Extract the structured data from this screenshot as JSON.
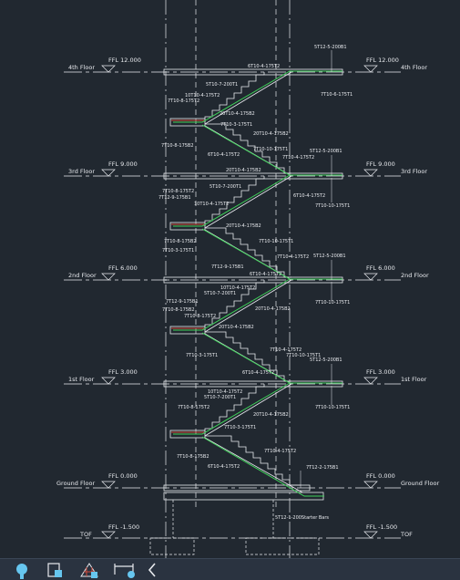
{
  "theme": {
    "background": "#212830",
    "line": "#e8eaee",
    "accent_green": "#3fd25a",
    "accent_red": "#d24a3a",
    "toolbar": "#2a3340",
    "icon": "#66c6ef"
  },
  "levels": [
    {
      "ffl": "FFL 12.000",
      "floor": "4th Floor"
    },
    {
      "ffl": "FFL 9.000",
      "floor": "3rd Floor"
    },
    {
      "ffl": "FFL 6.000",
      "floor": "2nd Floor"
    },
    {
      "ffl": "FFL 3.000",
      "floor": "1st Floor"
    },
    {
      "ffl": "FFL 0.000",
      "floor": "Ground Floor"
    },
    {
      "ffl": "FFL -1.500",
      "floor": "TOF"
    }
  ],
  "rebar_labels": [
    "5T12-5-200B1",
    "6T10-4-175T2",
    "7T10-6-175T1",
    "10T10-4-175T2",
    "5T10-7-200T1",
    "7T10-8-175T2",
    "20T10-4-175B2",
    "7T10-3-175T1",
    "20T10-4-175B2",
    "7T10-8-175B2",
    "7T10-10-175T1",
    "6T10-4-175T2",
    "5T12-5-200B1",
    "7T10-4-175T2",
    "20T10-4-175B2",
    "6T10-4-175T2",
    "7T10-10-175T1",
    "5T10-7-200T1",
    "7T10-8-175T2",
    "7T12-9-175B1",
    "10T10-4-175T2",
    "20T10-4-175B2",
    "7T10-8-175B2",
    "7T10-3-175T1",
    "7T10-10-175T1",
    "7T10-4-175T2",
    "5T12-5-200B1",
    "7T12-9-175B1",
    "6T10-4-175T2",
    "7T10-10-175T1",
    "10T10-4-175T2",
    "5T10-7-200T1",
    "7T12-9-175B1",
    "7T10-8-175B2",
    "7T10-8-175T2",
    "20T10-4-175B2",
    "20T10-4-175B2",
    "7T10-3-175T1",
    "7T10-4-175T2",
    "7T10-10-175T1",
    "5T12-5-200B1",
    "6T10-4-175T2",
    "7T10-10-175T1",
    "10T10-4-175T2",
    "5T10-7-200T1",
    "7T10-8-175T2",
    "20T10-4-175B2",
    "7T10-3-175T1",
    "7T10-4-175T2",
    "7T10-8-175B2",
    "7T12-2-175B1",
    "6T10-4-175T2",
    "5T12-1-200Starter Bars"
  ],
  "toolbar": {
    "icons": [
      "drawing-tool-icon",
      "layout-tool-icon",
      "grid-tool-icon",
      "dimension-tool-icon",
      "collapse-chevron-icon"
    ]
  }
}
